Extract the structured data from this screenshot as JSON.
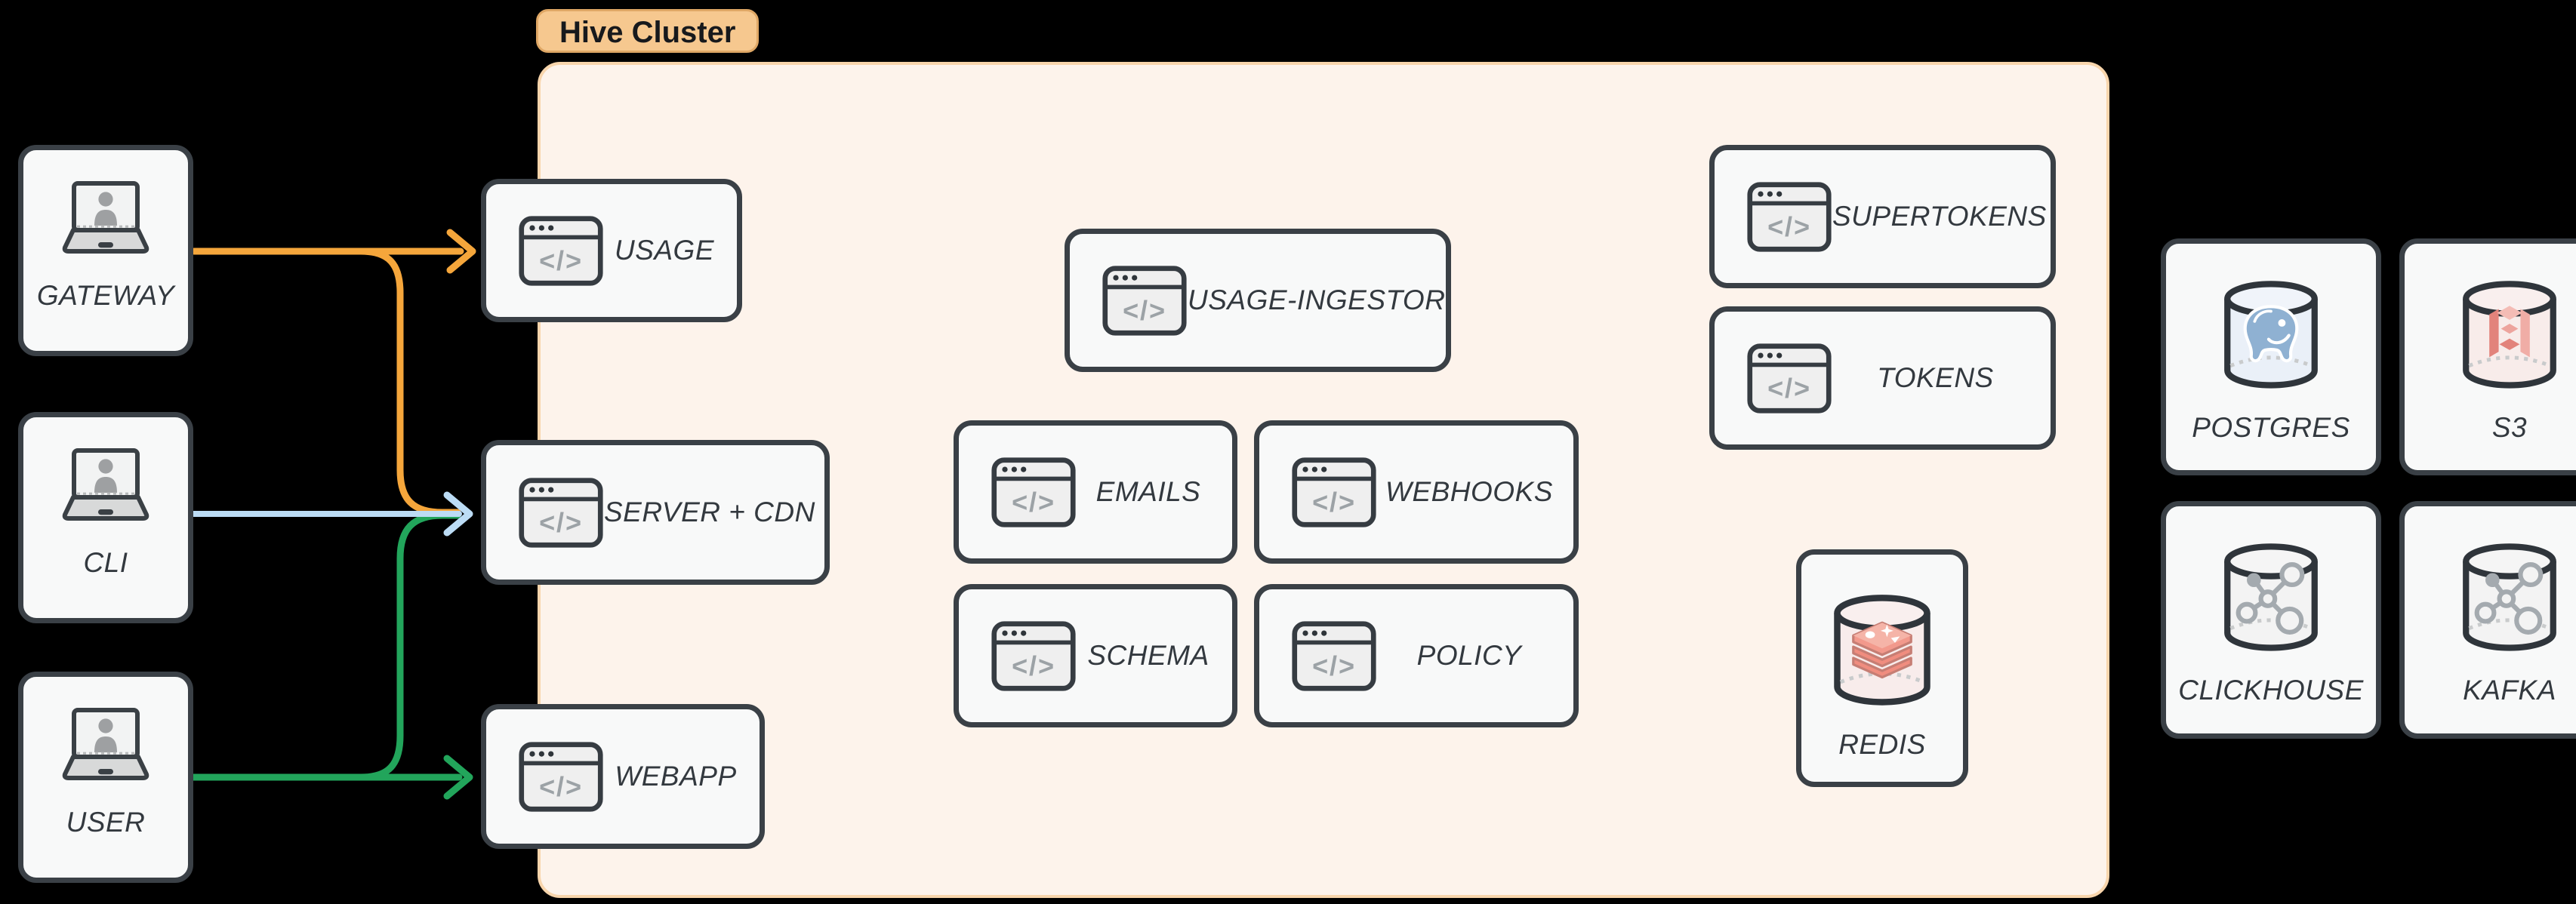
{
  "diagram": {
    "cluster_label": "Hive Cluster"
  },
  "actors": {
    "gateway": {
      "label": "GATEWAY"
    },
    "cli": {
      "label": "CLI"
    },
    "user": {
      "label": "USER"
    }
  },
  "services": {
    "usage": {
      "label": "USAGE"
    },
    "server_cdn": {
      "label": "SERVER + CDN"
    },
    "webapp": {
      "label": "WEBAPP"
    },
    "usage_ingestor": {
      "label": "USAGE-INGESTOR"
    },
    "emails": {
      "label": "EMAILS"
    },
    "webhooks": {
      "label": "WEBHOOKS"
    },
    "schema": {
      "label": "SCHEMA"
    },
    "policy": {
      "label": "POLICY"
    },
    "supertokens": {
      "label": "SUPERTOKENS"
    },
    "tokens": {
      "label": "TOKENS"
    }
  },
  "datastores": {
    "redis": {
      "label": "REDIS"
    },
    "postgres": {
      "label": "POSTGRES"
    },
    "s3": {
      "label": "S3"
    },
    "clickhouse": {
      "label": "CLICKHOUSE"
    },
    "kafka": {
      "label": "KAFKA"
    }
  },
  "icons": {
    "code_glyph": "</>"
  },
  "edges": [
    {
      "from": "GATEWAY",
      "to": "USAGE",
      "color": "#F5A63B"
    },
    {
      "from": "GATEWAY",
      "to": "SERVER + CDN",
      "color": "#F5A63B"
    },
    {
      "from": "CLI",
      "to": "SERVER + CDN",
      "color": "#BCDCF5"
    },
    {
      "from": "USER",
      "to": "SERVER + CDN",
      "color": "#22A55B"
    },
    {
      "from": "USER",
      "to": "WEBAPP",
      "color": "#22A55B"
    }
  ],
  "colors": {
    "background": "#000000",
    "cluster_fill": "#FDF3EB",
    "cluster_border": "#F8D5AC",
    "cluster_label_fill": "#F6C88F",
    "node_fill": "#F8F9F9",
    "node_border": "#3A4046",
    "label_text": "#33393F",
    "edge_orange": "#F5A63B",
    "edge_blue": "#BCDCF5",
    "edge_green": "#22A55B"
  }
}
